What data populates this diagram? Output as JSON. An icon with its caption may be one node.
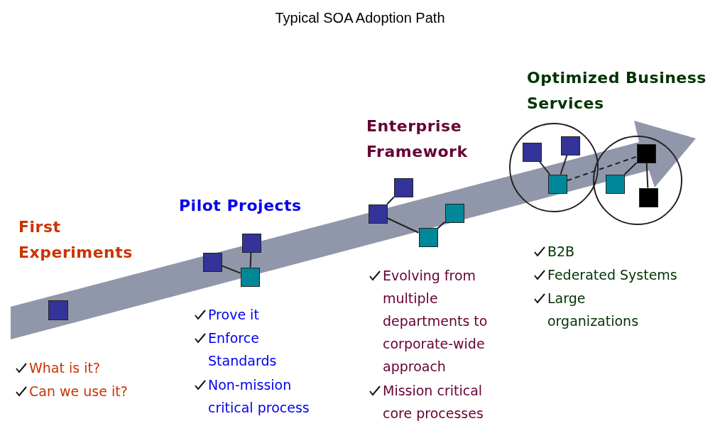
{
  "diagram": {
    "title": "Typical SOA Adoption Path",
    "nodes": [
      {
        "text": [],
        "shape": "box"
      },
      {
        "text": [],
        "shape": "box"
      },
      {
        "text": [],
        "shape": "box"
      },
      {
        "text": [],
        "shape": "box"
      },
      {
        "text": [],
        "shape": "box"
      },
      {
        "text": [],
        "shape": "box"
      },
      {
        "text": [],
        "shape": "box"
      },
      {
        "text": [],
        "shape": "box"
      },
      {
        "text": [],
        "shape": "circle"
      },
      {
        "text": [],
        "shape": "box",
        "in": 8
      },
      {
        "text": [],
        "shape": "box",
        "in": 8
      },
      {
        "text": [],
        "shape": "box",
        "in": 8
      },
      {
        "text": [],
        "shape": "circle"
      },
      {
        "text": [],
        "shape": "box",
        "in": 12
      },
      {
        "text": [],
        "shape": "box",
        "in": 12
      },
      {
        "text": [],
        "shape": "box",
        "in": 12
      }
    ],
    "edges": [
      {
        "from": 1,
        "to": 3,
        "arrow": "none"
      },
      {
        "from": 2,
        "to": 3,
        "arrow": "none"
      },
      {
        "from": 5,
        "to": 4,
        "arrow": "none"
      },
      {
        "from": 5,
        "to": 7,
        "arrow": "none"
      },
      {
        "from": 7,
        "to": 6,
        "arrow": "none"
      },
      {
        "from": 9,
        "to": 11,
        "arrow": "none"
      },
      {
        "from": 10,
        "to": 11,
        "arrow": "none"
      },
      {
        "from": 11,
        "to": 14,
        "arrow": "none",
        "style": "dashed"
      },
      {
        "from": 14,
        "to": 13,
        "arrow": "none"
      },
      {
        "from": 14,
        "to": 15,
        "arrow": "none"
      }
    ],
    "labels": [
      "Optimized Business Services",
      "Enterprise Framework",
      "Pilot Projects",
      "First Experiments",
      "B2B",
      "Federated Systems",
      "Large organizations",
      "Evolving from multiple departments to corporate-wide approach",
      "Mission critical core processes",
      "Prove it",
      "Enforce Standards",
      "Non-mission critical process",
      "What is it?",
      "Can we use it?"
    ]
  }
}
